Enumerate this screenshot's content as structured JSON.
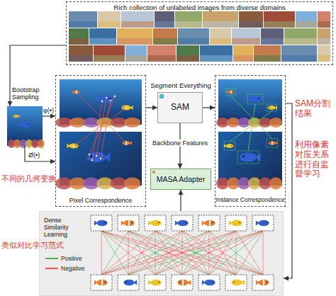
{
  "diagram": {
    "nodes": [
      {
        "text": [
          "Rich collection of unlabeled images from diverse domains"
        ]
      },
      {
        "text": [
          "Bootstrap Sampling"
        ]
      },
      {
        "text": [
          "Pixel Correspondence"
        ]
      },
      {
        "text": [
          "Segment Everything",
          "SAM"
        ]
      },
      {
        "text": [
          "MASA Adapter"
        ]
      },
      {
        "text": [
          "Instance Correspondence"
        ]
      },
      {
        "text": [
          "Dense Similarity Learning"
        ]
      }
    ],
    "edges": [
      {
        "from": 0,
        "to": 1,
        "arrow": "to"
      },
      {
        "from": 1,
        "to": 2,
        "label": "φ(•)",
        "arrow": "to"
      },
      {
        "from": 1,
        "to": 2,
        "label": "Ø(•)",
        "arrow": "to"
      },
      {
        "from": 2,
        "to": 3,
        "arrow": "to"
      },
      {
        "from": 3,
        "to": 5,
        "arrow": "to"
      },
      {
        "from": 3,
        "to": 4,
        "label": "Backbone Features",
        "arrow": "to"
      },
      {
        "from": 6,
        "to": 4,
        "arrow": "to"
      },
      {
        "from": 5,
        "to": 6,
        "arrow": "to"
      }
    ],
    "labels": [
      "SAM分割结果",
      "利用像素对应关系进行自监督学习",
      "不同的几何变换",
      "类似对比学习范式"
    ],
    "legend": [
      {
        "text": "Positive"
      },
      {
        "text": "Negative"
      }
    ]
  }
}
